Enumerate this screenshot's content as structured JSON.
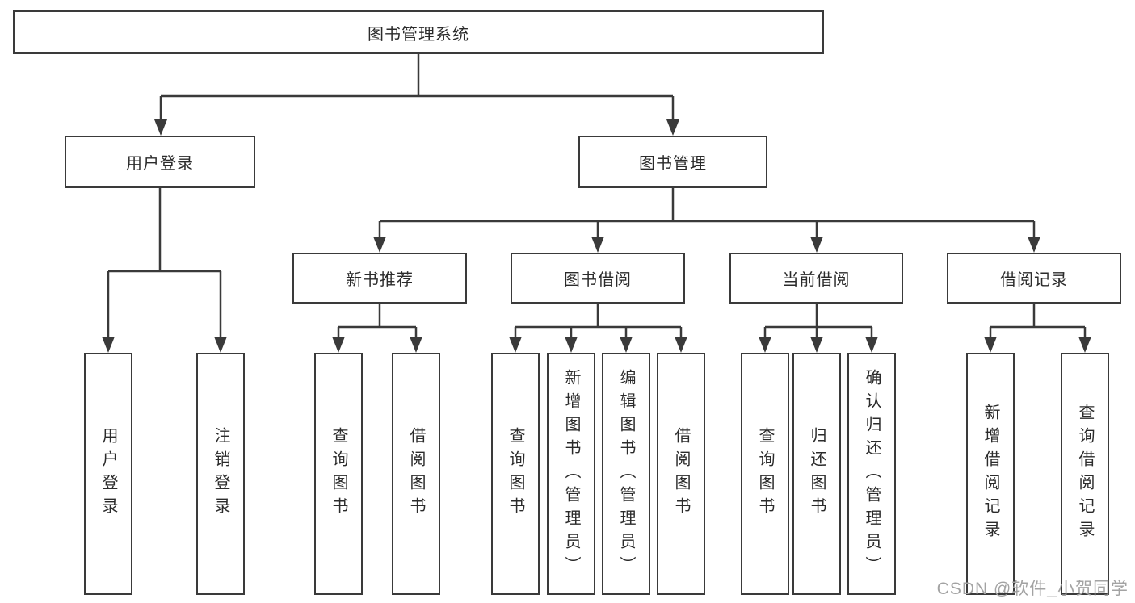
{
  "diagram": {
    "root": "图书管理系统",
    "level2": {
      "user_login": "用户登录",
      "book_management": "图书管理"
    },
    "level3": {
      "new_book_recommend": "新书推荐",
      "book_borrow": "图书借阅",
      "current_borrow": "当前借阅",
      "borrow_records": "借阅记录"
    },
    "leaves": {
      "user_login": [
        "用户登录",
        "注销登录"
      ],
      "new_book_recommend": [
        "查询图书",
        "借阅图书"
      ],
      "book_borrow": [
        "查询图书",
        "新增图书（管理员）",
        "编辑图书（管理员）",
        "借阅图书"
      ],
      "current_borrow": [
        "查询图书",
        "归还图书",
        "确认归还（管理员）"
      ],
      "borrow_records": [
        "新增借阅记录",
        "查询借阅记录"
      ]
    }
  },
  "watermark": "CSDN @软件_小贺同学",
  "colors": {
    "line": "#3a3a3a",
    "text": "#2b2b2b",
    "watermark": "#a3a3a3",
    "background": "#ffffff"
  }
}
